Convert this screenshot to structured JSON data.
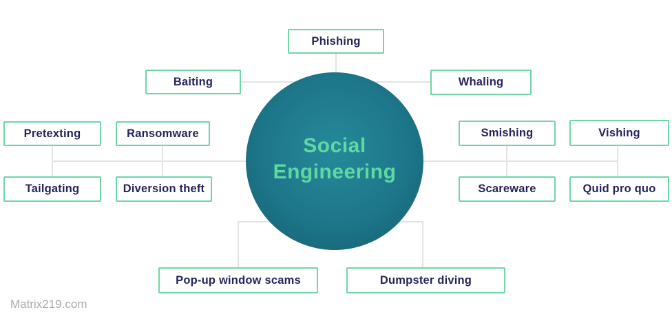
{
  "title": {
    "line1": "Social",
    "line2": "Engineering"
  },
  "footer": "Matrix219.com",
  "colors": {
    "box_border": "#6fd6a6",
    "box_text": "#25245c",
    "title_text": "#5ed99f",
    "circle_center": "#26899b",
    "circle_mid": "#1d7689",
    "circle_edge": "#135e6d",
    "connector": "#e3e3e3",
    "footer_text": "#a9a9a9"
  },
  "nodes": [
    {
      "id": "phishing",
      "label": "Phishing"
    },
    {
      "id": "baiting",
      "label": "Baiting"
    },
    {
      "id": "whaling",
      "label": "Whaling"
    },
    {
      "id": "pretexting",
      "label": "Pretexting"
    },
    {
      "id": "ransomware",
      "label": "Ransomware"
    },
    {
      "id": "smishing",
      "label": "Smishing"
    },
    {
      "id": "vishing",
      "label": "Vishing"
    },
    {
      "id": "tailgating",
      "label": "Tailgating"
    },
    {
      "id": "diversion-theft",
      "label": "Diversion theft"
    },
    {
      "id": "scareware",
      "label": "Scareware"
    },
    {
      "id": "quid-pro-quo",
      "label": "Quid pro quo"
    },
    {
      "id": "popup-window-scams",
      "label": "Pop-up window scams"
    },
    {
      "id": "dumpster-diving",
      "label": "Dumpster diving"
    }
  ]
}
